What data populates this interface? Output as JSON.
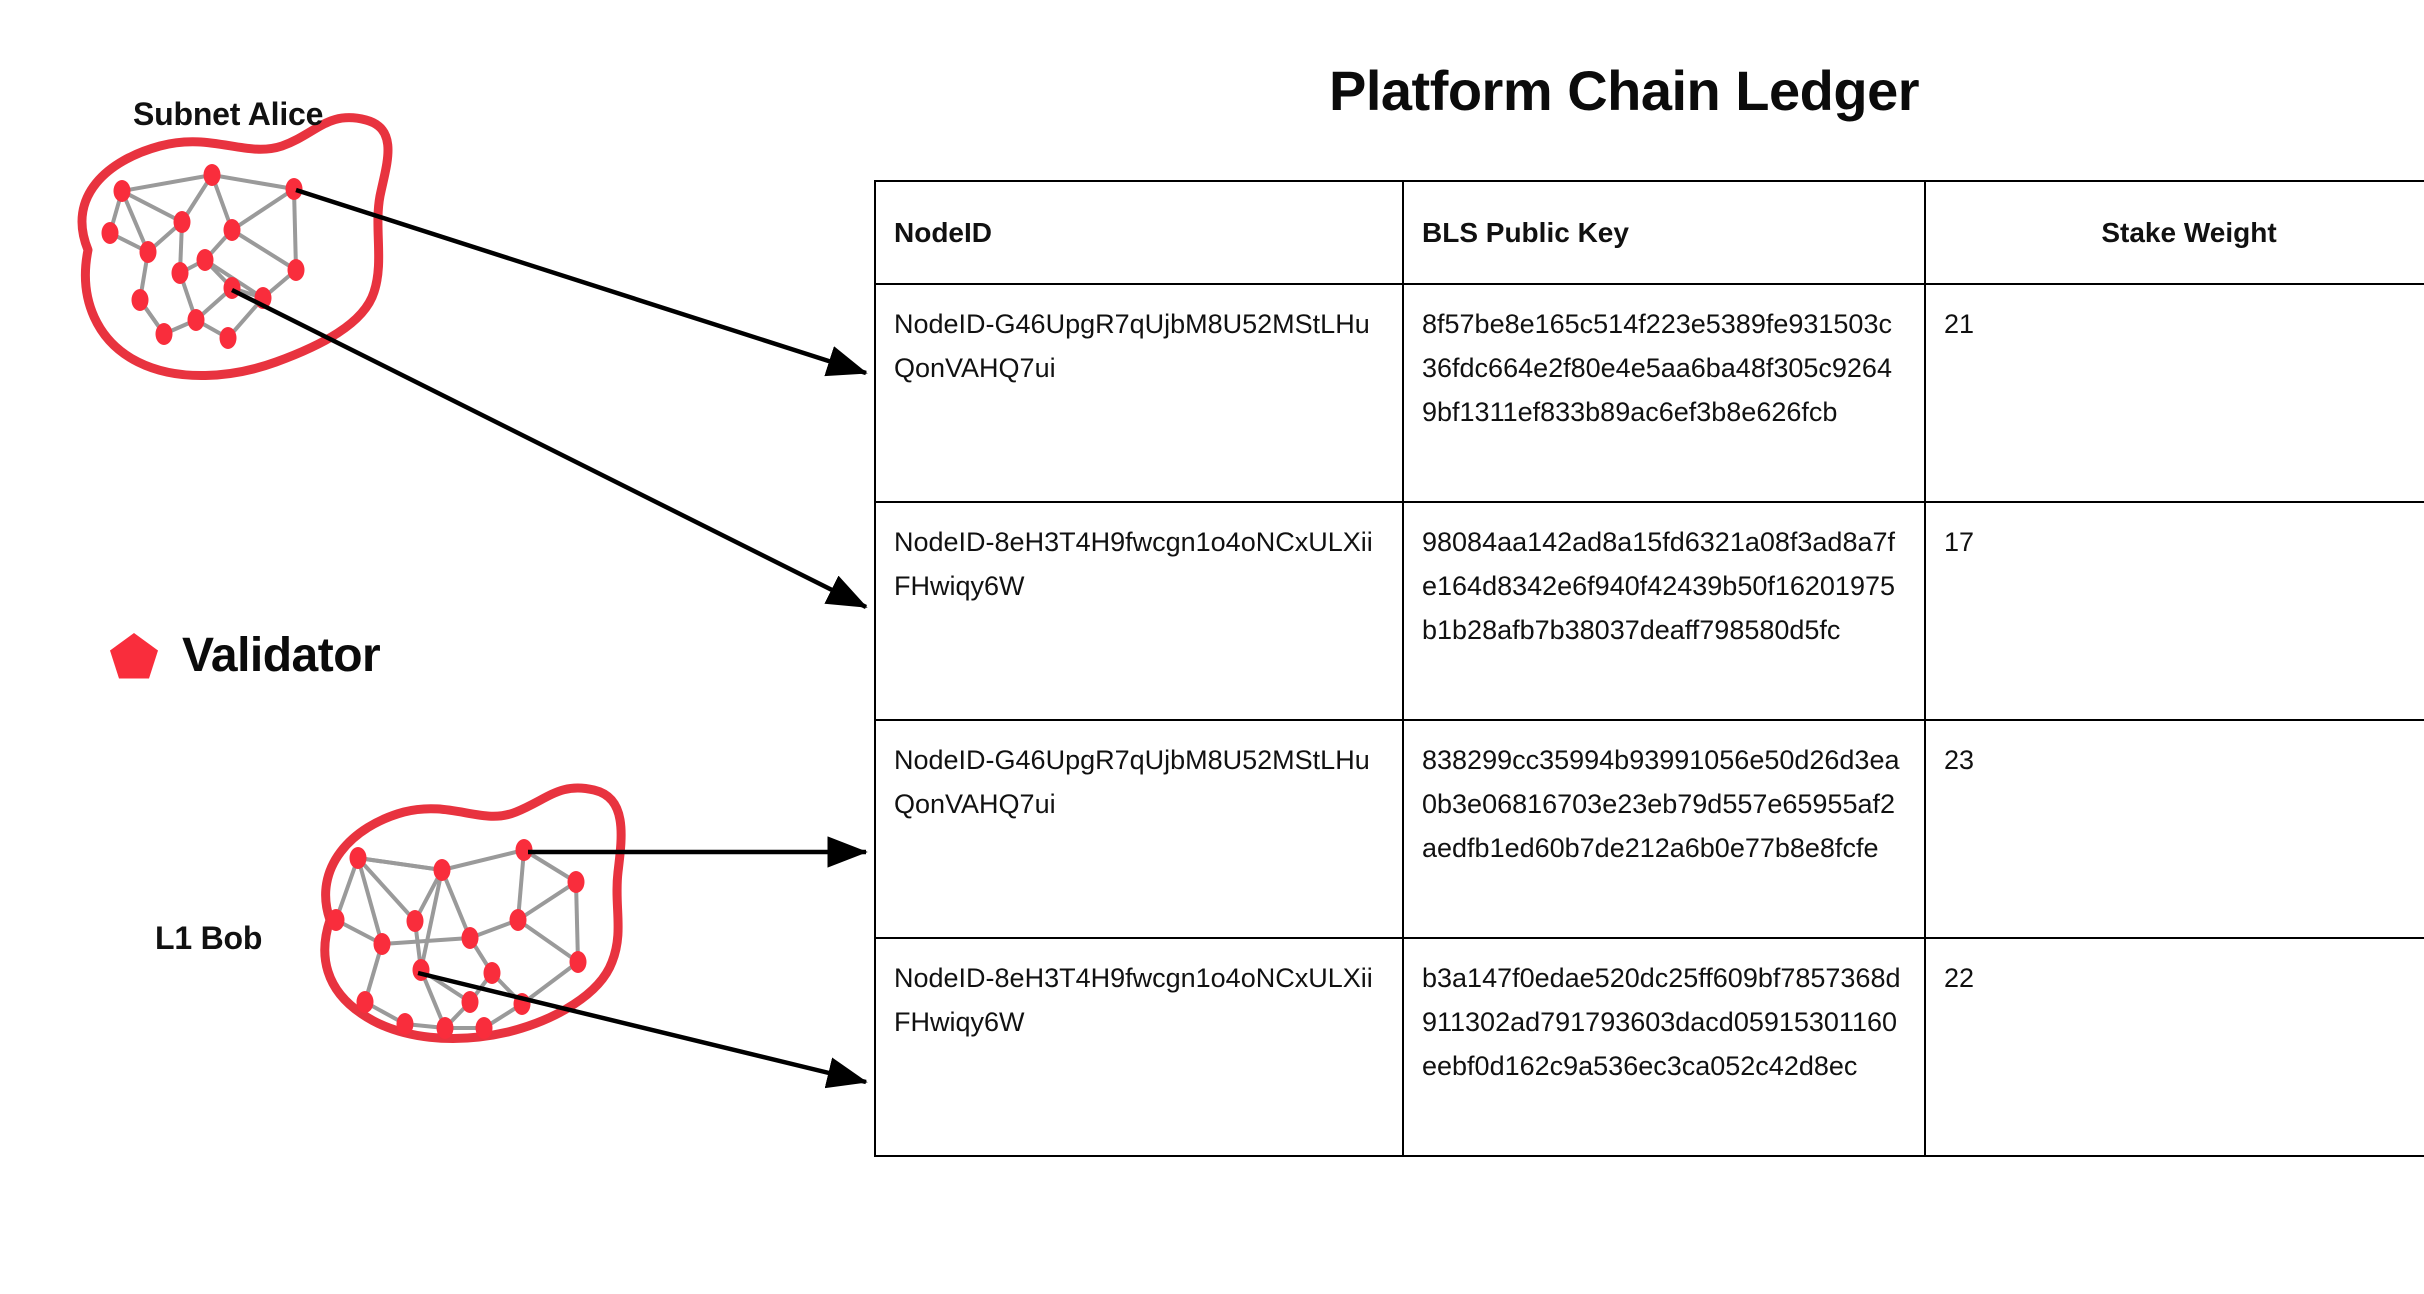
{
  "title": "Platform Chain Ledger",
  "groups": [
    {
      "id": "subnet-alice",
      "label": "Subnet Alice"
    },
    {
      "id": "l1-bob",
      "label": "L1 Bob"
    }
  ],
  "legend": {
    "shape": "pentagon",
    "label": "Validator",
    "color": "#f92d3c"
  },
  "colors": {
    "validator_node": "#f92d3c",
    "blob_outline": "#e8333f",
    "graph_edge": "#9a9a9a",
    "arrow": "#000000",
    "table_border": "#000000",
    "text": "#111111"
  },
  "table": {
    "columns": [
      "NodeID",
      "BLS Public Key",
      "Stake Weight"
    ],
    "rows": [
      {
        "nodeid": "NodeID-G46UpgR7qUjbM8U52MStLHuQonVAHQ7ui",
        "bls": "8f57be8e165c514f223e5389fe931503c36fdc664e2f80e4e5aa6ba48f305c92649bf1311ef833b89ac6ef3b8e626fcb",
        "stake": "21"
      },
      {
        "nodeid": "NodeID-8eH3T4H9fwcgn1o4oNCxULXiiFHwiqy6W",
        "bls": "98084aa142ad8a15fd6321a08f3ad8a7fe164d8342e6f940f42439b50f16201975b1b28afb7b38037deaff798580d5fc",
        "stake": "17"
      },
      {
        "nodeid": "NodeID-G46UpgR7qUjbM8U52MStLHuQonVAHQ7ui",
        "bls": "838299cc35994b93991056e50d26d3ea0b3e06816703e23eb79d557e65955af2aedfb1ed60b7de212a6b0e77b8e8fcfe",
        "stake": "23"
      },
      {
        "nodeid": "NodeID-8eH3T4H9fwcgn1o4oNCxULXiiFHwiqy6W",
        "bls": "b3a147f0edae520dc25ff609bf7857368d911302ad791793603dacd05915301160eebf0d162c9a536ec3ca052c42d8ec",
        "stake": "22"
      }
    ]
  },
  "arrows": [
    {
      "from": "subnet-alice",
      "to_row": 1
    },
    {
      "from": "subnet-alice",
      "to_row": 2
    },
    {
      "from": "l1-bob",
      "to_row": 3
    },
    {
      "from": "l1-bob",
      "to_row": 4
    }
  ]
}
